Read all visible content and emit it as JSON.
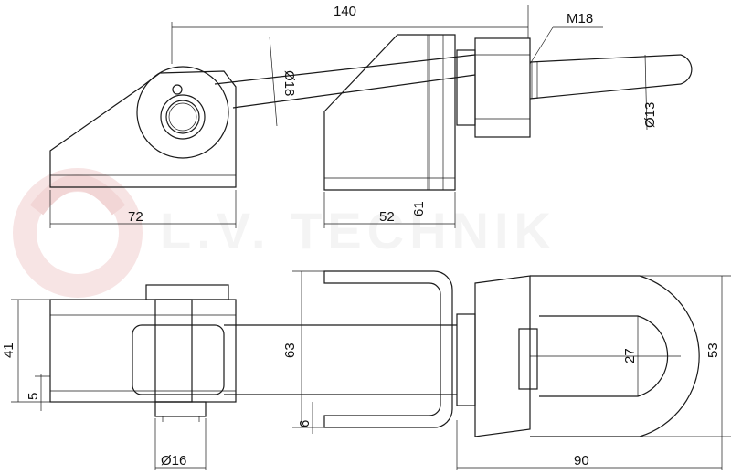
{
  "watermark": {
    "brand": "L.V. TECHNIK",
    "color": "#ececec",
    "accent": "#f6dede"
  },
  "dimensions": {
    "d140": "140",
    "m18": "M18",
    "d018": "Ø18",
    "d013": "Ø13",
    "d72": "72",
    "d52": "52",
    "d61": "61",
    "d41": "41",
    "d5": "5",
    "d63": "63",
    "d6": "6",
    "d27": "27",
    "d53": "53",
    "d016": "Ø16",
    "d90": "90"
  }
}
